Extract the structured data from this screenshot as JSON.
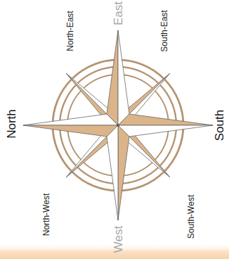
{
  "diagram": {
    "labels": [
      "East",
      "North-East",
      "South-East",
      "North",
      "South",
      "North-West",
      "South-West",
      "West"
    ]
  }
}
